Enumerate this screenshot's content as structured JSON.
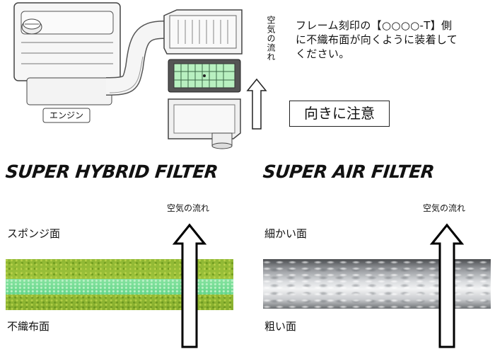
{
  "top_diagram": {
    "engine_label": "エンジン",
    "flow_label_vertical": "空気の流れ",
    "instruction": "フレーム刻印の【○○○○-T】側\nに不織布面が向くように装着して\nください。",
    "notice": "向きに注意"
  },
  "left_filter": {
    "title": "SUPER HYBRID FILTER",
    "flow_label": "空気の流れ",
    "top_face": "スポンジ面",
    "bottom_face": "不織布面"
  },
  "right_filter": {
    "title": "SUPER AIR FILTER",
    "flow_label": "空気の流れ",
    "top_face": "細かい面",
    "bottom_face": "粗い面"
  },
  "colors": {
    "sponge_green": "#8fb733",
    "nonwoven_green": "#6ed892",
    "fiber_white": "#f2f3f4",
    "filter_frame": "#555555",
    "filter_mesh": "#b8f0c0"
  }
}
